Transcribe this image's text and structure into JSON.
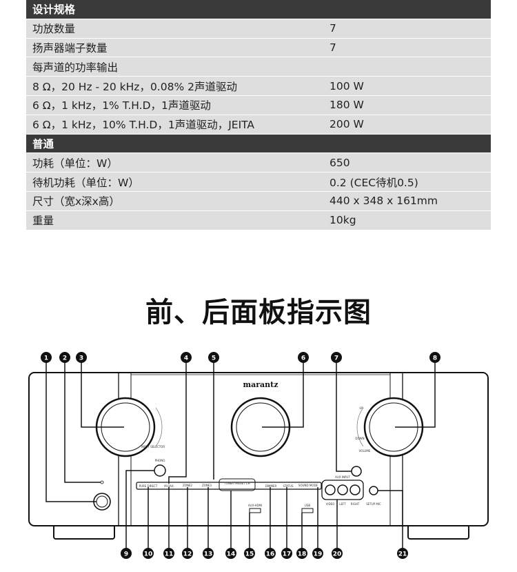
{
  "spec_table": {
    "design_header": "设计规格",
    "design_rows": [
      {
        "label": "功放数量",
        "value": "7"
      },
      {
        "label": "扬声器端子数量",
        "value": "7"
      },
      {
        "label": "每声道的功率输出",
        "value": ""
      },
      {
        "label": "8 Ω，20 Hz - 20 kHz，0.08% 2声道驱动",
        "value": "100 W"
      },
      {
        "label": "6 Ω，1 kHz，1% T.H.D，1声道驱动",
        "value": "180 W"
      },
      {
        "label": "6 Ω，1 kHz，10% T.H.D，1声道驱动，JEITA",
        "value": "200 W"
      }
    ],
    "general_header": "普通",
    "general_rows": [
      {
        "label": "功耗（单位：W）",
        "value": "650"
      },
      {
        "label": "待机功耗（单位：W）",
        "value": "0.2 (CEC待机0.5)"
      },
      {
        "label": "尺寸（宽x深x高）",
        "value": "440 x 348 x 161mm"
      },
      {
        "label": "重量",
        "value": "10kg"
      }
    ]
  },
  "section_title": "前、后面板指示图",
  "panel": {
    "brand": "marantz",
    "labels": {
      "input_selector": "INPUT SELECTOR",
      "volume": "VOLUME",
      "up": "UP",
      "down": "DOWN",
      "phono": "PHONO",
      "pure_direct": "PURE DIRECT",
      "m_dax": "M-DAX",
      "zone2": "ZONE2",
      "zone3": "ZONE3",
      "tuner_preset": "TUNER PRESET CH",
      "dimmer": "DIMMER",
      "status": "STATUS",
      "sound_mode": "SOUND MODE",
      "aux_hdmi": "AUX-HDMI",
      "usb": "USB",
      "aux_input": "AUX INPUT",
      "video": "VIDEO",
      "left": "LEFT",
      "right": "RIGHT",
      "setup_mic": "SETUP MIC"
    },
    "callouts_top": [
      "1",
      "2",
      "3",
      "4",
      "5",
      "6",
      "7",
      "8"
    ],
    "callouts_bottom": [
      "9",
      "10",
      "11",
      "12",
      "13",
      "14",
      "15",
      "16",
      "17",
      "18",
      "19",
      "20",
      "21"
    ]
  }
}
